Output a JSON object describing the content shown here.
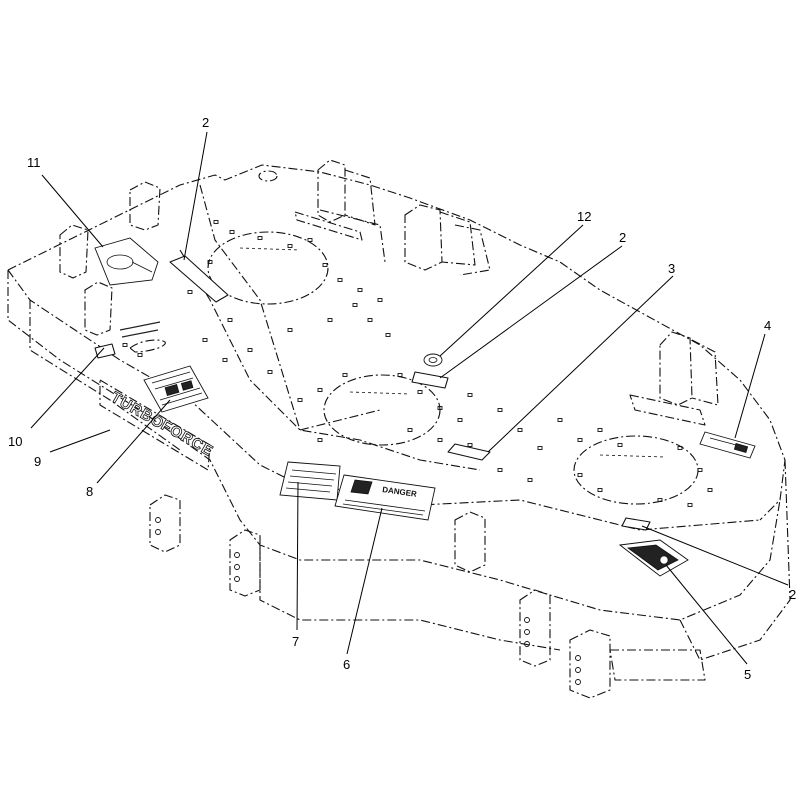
{
  "callouts": [
    {
      "id": "c2a",
      "text": "2"
    },
    {
      "id": "c11",
      "text": "11"
    },
    {
      "id": "c12",
      "text": "12"
    },
    {
      "id": "c2b",
      "text": "2"
    },
    {
      "id": "c3",
      "text": "3"
    },
    {
      "id": "c4",
      "text": "4"
    },
    {
      "id": "c10",
      "text": "10"
    },
    {
      "id": "c9",
      "text": "9"
    },
    {
      "id": "c8",
      "text": "8"
    },
    {
      "id": "c7",
      "text": "7"
    },
    {
      "id": "c6",
      "text": "6"
    },
    {
      "id": "c5",
      "text": "5"
    },
    {
      "id": "c2c",
      "text": "2"
    }
  ],
  "brand": {
    "word1": "TURBO",
    "word2": "FORCE"
  },
  "decal_text": {
    "danger": "DANGER"
  }
}
